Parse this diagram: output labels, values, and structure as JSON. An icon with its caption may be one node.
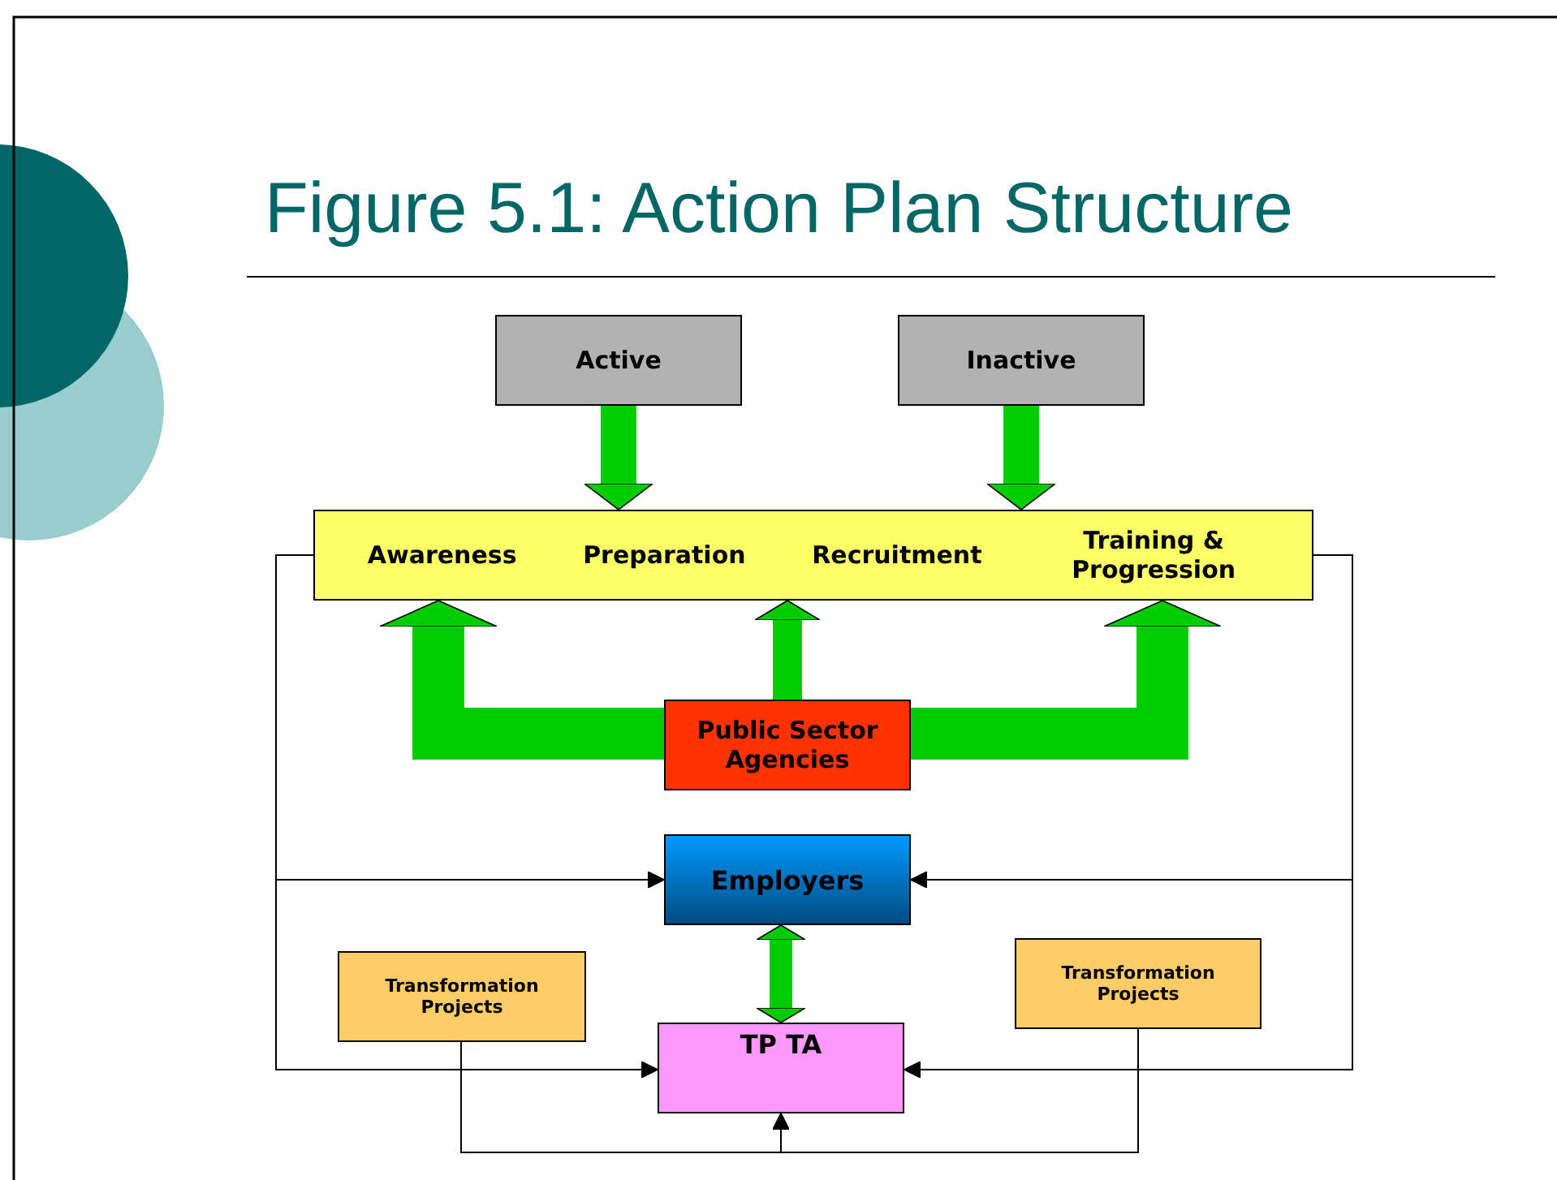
{
  "diagram": {
    "title": "Figure 5.1: Action Plan Structure",
    "nodes": [
      {
        "text": [
          "Active"
        ]
      },
      {
        "text": [
          "Inactive"
        ]
      },
      {
        "text": [
          "Awareness",
          "Preparation",
          "Recruitment",
          "Training & Progression"
        ]
      },
      {
        "text": [
          "Public Sector Agencies"
        ]
      },
      {
        "text": [
          "Employers"
        ]
      },
      {
        "text": [
          "Transformation Projects"
        ]
      },
      {
        "text": [
          "Transformation Projects"
        ]
      },
      {
        "text": [
          "TP TA"
        ]
      }
    ],
    "edges": [
      {
        "from": 0,
        "to": 2,
        "arrow": "to",
        "style": "thick",
        "color": "#00cc00"
      },
      {
        "from": 1,
        "to": 2,
        "arrow": "to",
        "style": "thick",
        "color": "#00cc00"
      },
      {
        "from": 3,
        "to": 2,
        "arrow": "to",
        "style": "thick",
        "color": "#00cc00"
      },
      {
        "from": 3,
        "to": 2,
        "arrow": "to",
        "style": "thick",
        "color": "#00cc00"
      },
      {
        "from": 3,
        "to": 2,
        "arrow": "to",
        "style": "thick",
        "color": "#00cc00"
      },
      {
        "from": 2,
        "to": 4,
        "arrow": "to",
        "color": "#000000"
      },
      {
        "from": 2,
        "to": 7,
        "arrow": "to",
        "color": "#000000"
      },
      {
        "from": 2,
        "to": 4,
        "arrow": "to",
        "color": "#000000"
      },
      {
        "from": 2,
        "to": 7,
        "arrow": "to",
        "color": "#000000"
      },
      {
        "from": 4,
        "to": 7,
        "arrow": "both",
        "style": "thick",
        "color": "#00cc00"
      },
      {
        "from": 5,
        "to": 7,
        "arrow": "to",
        "color": "#000000"
      },
      {
        "from": 6,
        "to": 7,
        "arrow": "to",
        "color": "#000000"
      }
    ]
  }
}
